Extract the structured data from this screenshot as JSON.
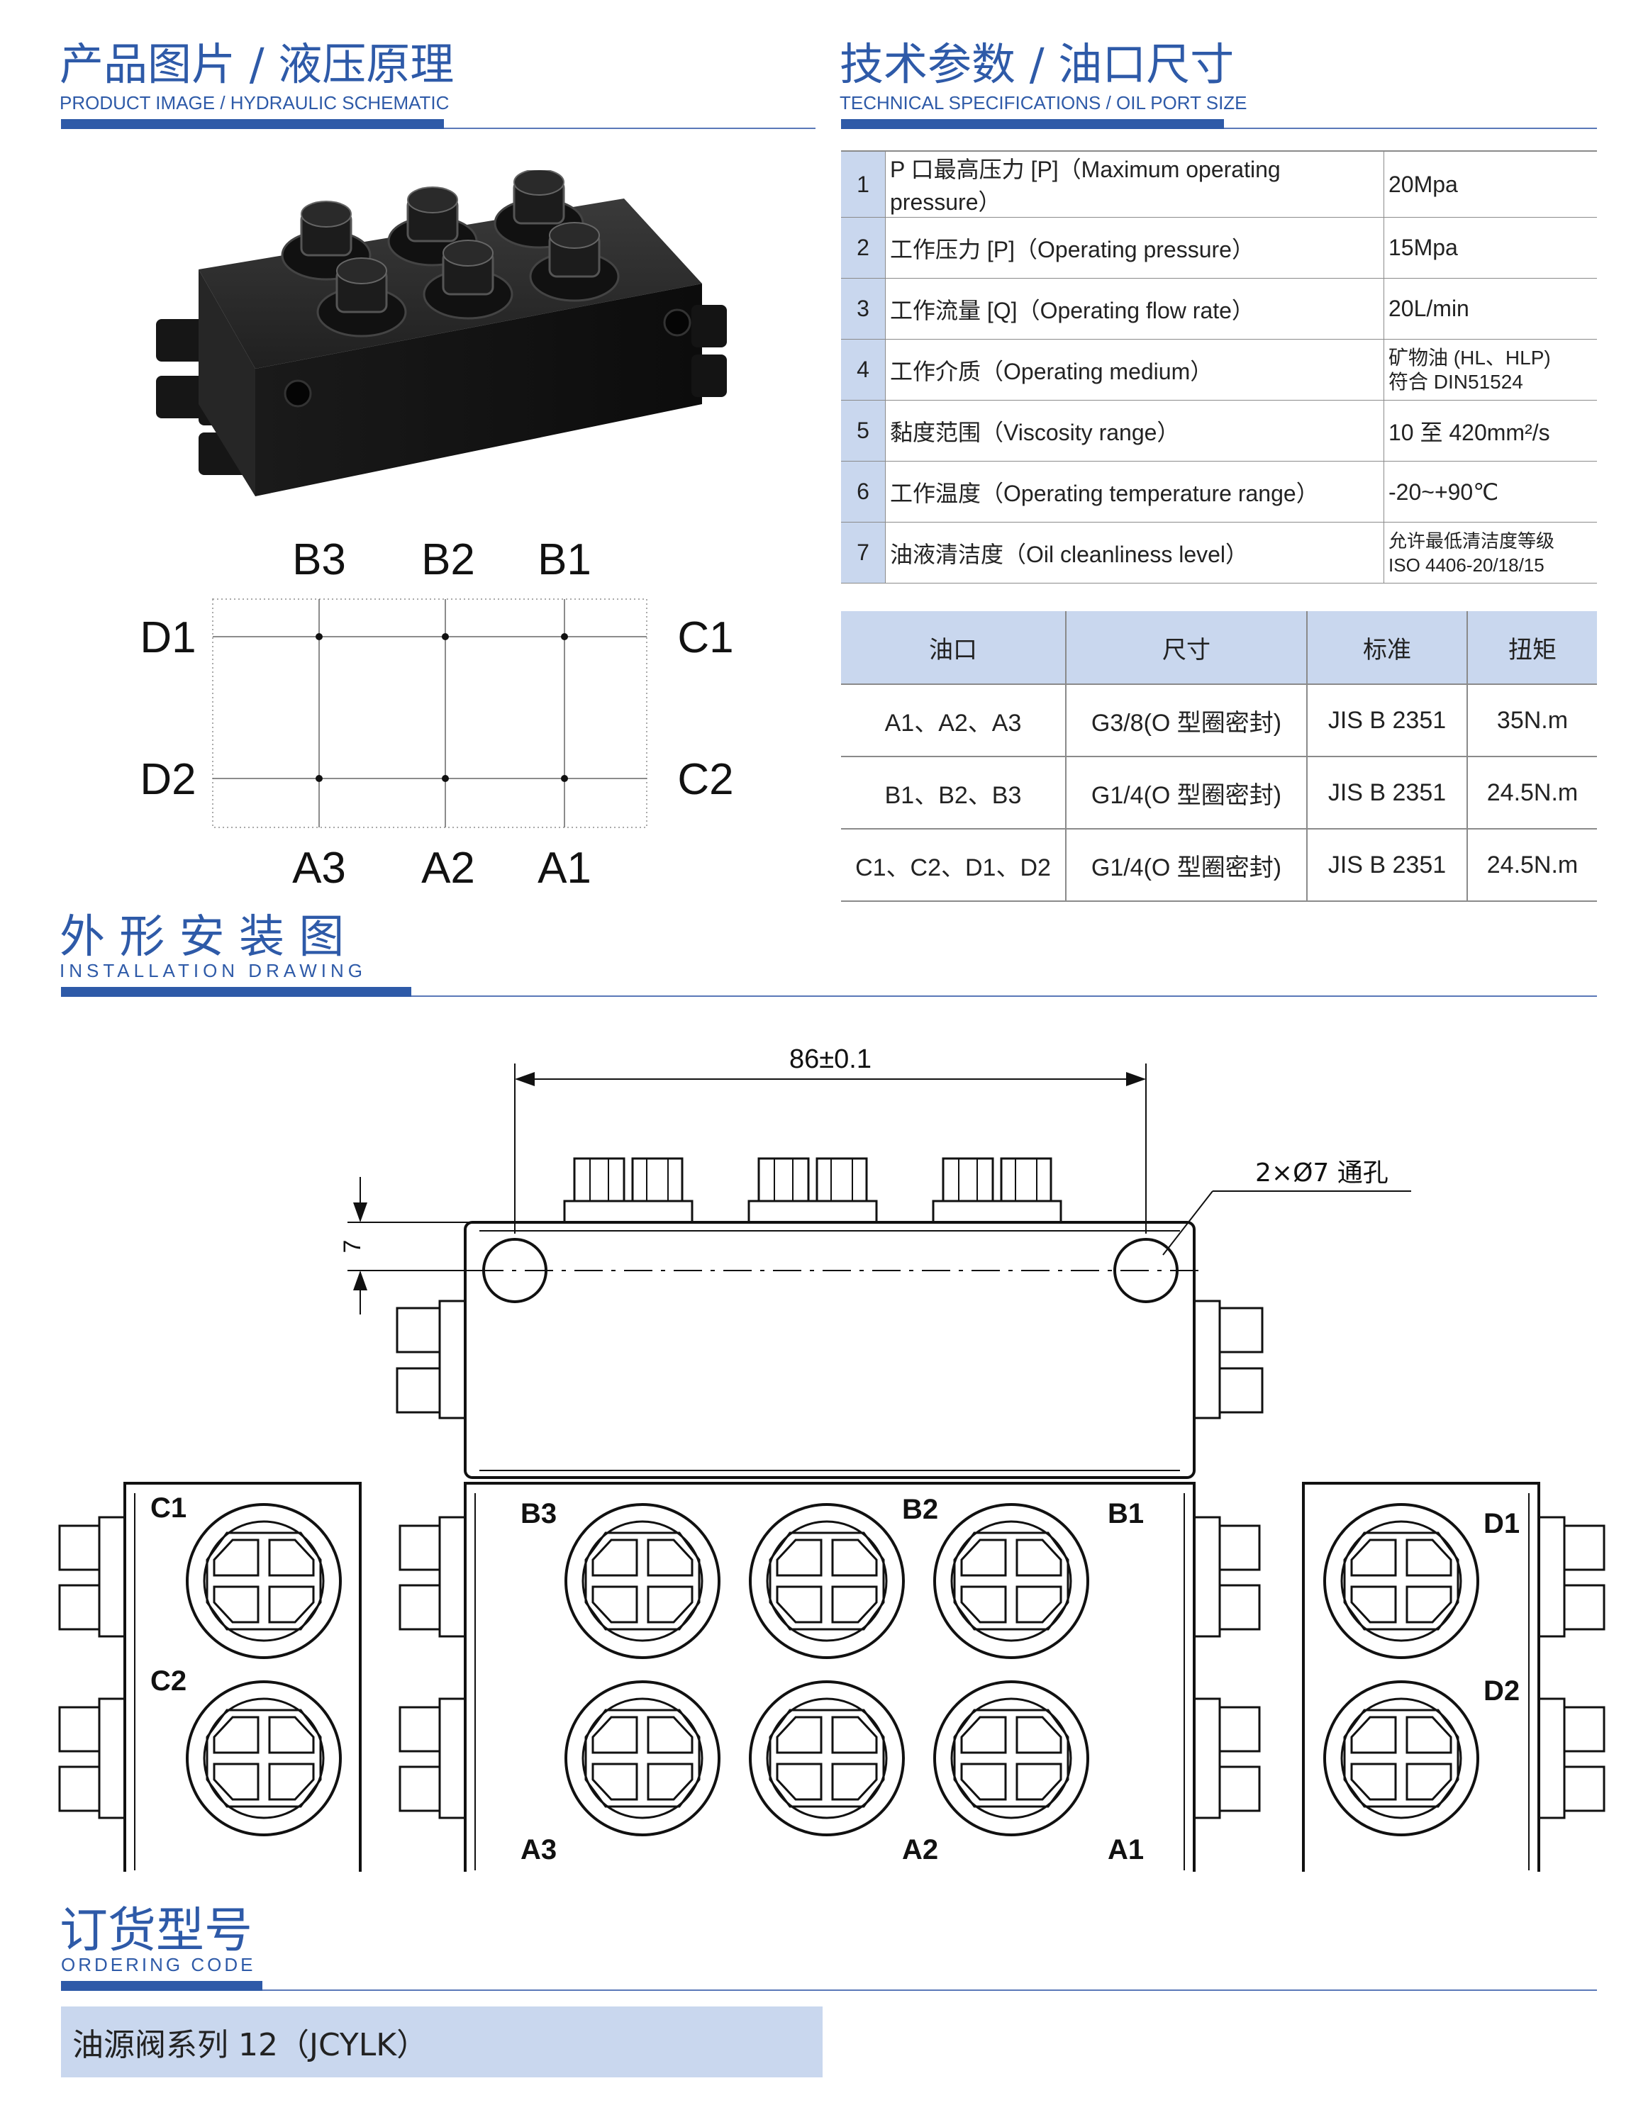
{
  "sections": {
    "product": {
      "title": "产品图片 / 液压原理",
      "subtitle": "PRODUCT IMAGE / HYDRAULIC SCHEMATIC"
    },
    "tech": {
      "title": "技术参数 / 油口尺寸",
      "subtitle": "TECHNICAL SPECIFICATIONS / OIL PORT SIZE"
    },
    "install": {
      "title": "外 形 安 装 图",
      "subtitle": "INSTALLATION DRAWING"
    },
    "ordering": {
      "title": "订货型号",
      "subtitle": "ORDERING CODE"
    }
  },
  "schematic": {
    "top": [
      "B3",
      "B2",
      "B1"
    ],
    "bottom": [
      "A3",
      "A2",
      "A1"
    ],
    "left": [
      "D1",
      "D2"
    ],
    "right": [
      "C1",
      "C2"
    ]
  },
  "specs": [
    {
      "num": "1",
      "label": "P 口最高压力 [P]（Maximum operating pressure）",
      "value": "20Mpa"
    },
    {
      "num": "2",
      "label": "工作压力 [P]（Operating pressure）",
      "value": "15Mpa"
    },
    {
      "num": "3",
      "label": "工作流量 [Q]（Operating flow rate）",
      "value": "20L/min"
    },
    {
      "num": "4",
      "label": "工作介质（Operating medium）",
      "value": "矿物油 (HL、HLP)",
      "value2": "符合 DIN51524"
    },
    {
      "num": "5",
      "label": "黏度范围（Viscosity range）",
      "value": "10 至 420mm²/s"
    },
    {
      "num": "6",
      "label": "工作温度（Operating temperature range）",
      "value": "-20~+90℃"
    },
    {
      "num": "7",
      "label": "油液清洁度（Oil cleanliness level）",
      "value": "允许最低清洁度等级",
      "value2": "ISO 4406-20/18/15"
    }
  ],
  "ports": {
    "headers": [
      "油口",
      "尺寸",
      "标准",
      "扭矩"
    ],
    "rows": [
      [
        "A1、A2、A3",
        "G3/8(O 型圈密封)",
        "JIS B 2351",
        "35N.m"
      ],
      [
        "B1、B2、B3",
        "G1/4(O 型圈密封)",
        "JIS B 2351",
        "24.5N.m"
      ],
      [
        "C1、C2、D1、D2",
        "G1/4(O 型圈密封)",
        "JIS B 2351",
        "24.5N.m"
      ]
    ]
  },
  "drawing": {
    "dim_width": "86±0.1",
    "dim_height": "7",
    "hole_note": "2×Ø7 通孔",
    "left_view": [
      "C1",
      "C2"
    ],
    "front_top": [
      "B3",
      "B2",
      "B1"
    ],
    "front_bottom": [
      "A3",
      "A2",
      "A1"
    ],
    "right_view": [
      "D1",
      "D2"
    ]
  },
  "ordering": {
    "code": "油源阀系列 12（JCYLK）"
  },
  "colors": {
    "accent": "#2e5aa8",
    "table_fill": "#c9d7ee"
  }
}
